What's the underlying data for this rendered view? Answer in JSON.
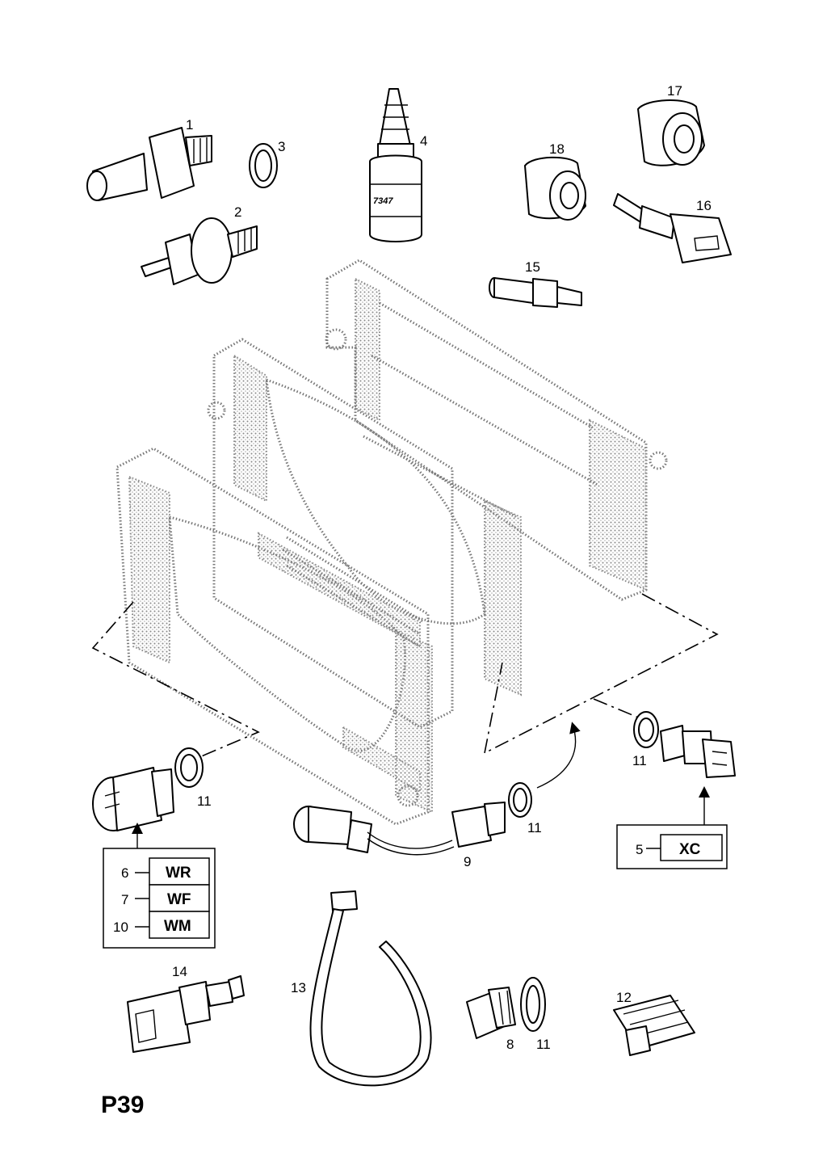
{
  "page_id": "P39",
  "callouts": {
    "c1": "1",
    "c2": "2",
    "c3": "3",
    "c4": "4",
    "c5": "5",
    "c6": "6",
    "c7": "7",
    "c8": "8",
    "c9": "9",
    "c10": "10",
    "c11a": "11",
    "c11b": "11",
    "c11c": "11",
    "c11d": "11",
    "c12": "12",
    "c13": "13",
    "c14": "14",
    "c15": "15",
    "c16": "16",
    "c17": "17",
    "c18": "18"
  },
  "codes": {
    "wr": "WR",
    "wf": "WF",
    "wm": "WM",
    "xc": "XC"
  },
  "bottle_label": "7347"
}
